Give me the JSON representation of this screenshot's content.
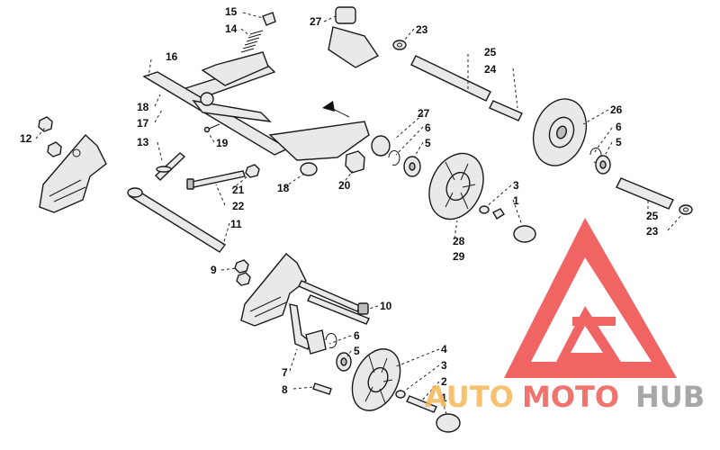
{
  "diagram": {
    "callouts": [
      {
        "id": "c15a",
        "text": "15"
      },
      {
        "id": "c14",
        "text": "14"
      },
      {
        "id": "c27a",
        "text": "27"
      },
      {
        "id": "c23a",
        "text": "23"
      },
      {
        "id": "c25a",
        "text": "25"
      },
      {
        "id": "c24",
        "text": "24"
      },
      {
        "id": "c16",
        "text": "16"
      },
      {
        "id": "c18a",
        "text": "18"
      },
      {
        "id": "c17",
        "text": "17"
      },
      {
        "id": "c27b",
        "text": "27"
      },
      {
        "id": "c6a",
        "text": "6"
      },
      {
        "id": "c5a",
        "text": "5"
      },
      {
        "id": "c26",
        "text": "26"
      },
      {
        "id": "c6b",
        "text": "6"
      },
      {
        "id": "c5b",
        "text": "5"
      },
      {
        "id": "c12",
        "text": "12"
      },
      {
        "id": "c13",
        "text": "13"
      },
      {
        "id": "c19",
        "text": "19"
      },
      {
        "id": "c21",
        "text": "21"
      },
      {
        "id": "c22",
        "text": "22"
      },
      {
        "id": "c18b",
        "text": "18"
      },
      {
        "id": "c20",
        "text": "20"
      },
      {
        "id": "c3a",
        "text": "3"
      },
      {
        "id": "c1a",
        "text": "1"
      },
      {
        "id": "c28",
        "text": "28"
      },
      {
        "id": "c29",
        "text": "29"
      },
      {
        "id": "c25b",
        "text": "25"
      },
      {
        "id": "c23b",
        "text": "23"
      },
      {
        "id": "c11",
        "text": "11"
      },
      {
        "id": "c9",
        "text": "9"
      },
      {
        "id": "c10",
        "text": "10"
      },
      {
        "id": "c6c",
        "text": "6"
      },
      {
        "id": "c5c",
        "text": "5"
      },
      {
        "id": "c7",
        "text": "7"
      },
      {
        "id": "c8",
        "text": "8"
      },
      {
        "id": "c4",
        "text": "4"
      },
      {
        "id": "c3b",
        "text": "3"
      },
      {
        "id": "c2",
        "text": "2"
      },
      {
        "id": "c1b",
        "text": "1"
      }
    ]
  },
  "watermark": {
    "word_auto": "AUTO",
    "word_moto": "MOTO",
    "word_hub": "HUB",
    "colors": {
      "auto": "#f5b85a",
      "moto": "#ef5b55",
      "hub": "#9a9a9a",
      "triangle": "#ee4a4a"
    }
  }
}
